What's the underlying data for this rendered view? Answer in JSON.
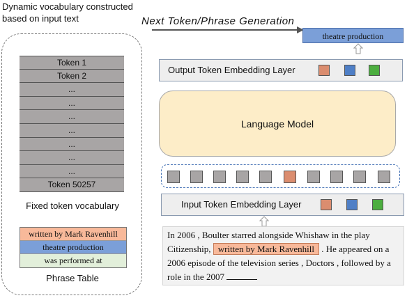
{
  "left_title": "Dynamic vocabulary constructed based on input text",
  "vocab_rows": [
    "Token 1",
    "Token 2",
    "...",
    "...",
    "...",
    "...",
    "...",
    "...",
    "...",
    "Token 50257"
  ],
  "fixed_label": "Fixed token vocabulary",
  "phrase_table": {
    "rows": [
      {
        "text": "written by Mark Ravenhill",
        "color": "#f8b99a"
      },
      {
        "text": "theatre production",
        "color": "#7b9fd8"
      },
      {
        "text": "was performed at",
        "color": "#e2efda"
      }
    ],
    "label": "Phrase Table"
  },
  "generation_title": "Next Token/Phrase Generation",
  "output_token": "theatre production",
  "output_layer_label": "Output Token Embedding Layer",
  "language_model_label": "Language Model",
  "input_layer_label": "Input Token Embedding Layer",
  "input_text": {
    "part1": "In 2006 , Boulter starred alongside Whishaw in the play Citizenship,",
    "highlight": "written by Mark Ravenhill",
    "part2": ". He appeared on a 2006 episode of the television series , Doctors , followed by a role in the 2007"
  },
  "colors": {
    "orange": "#db8d6f",
    "blue": "#4f7fc6",
    "green": "#4cae3f",
    "gray": "#a8a5a5"
  }
}
